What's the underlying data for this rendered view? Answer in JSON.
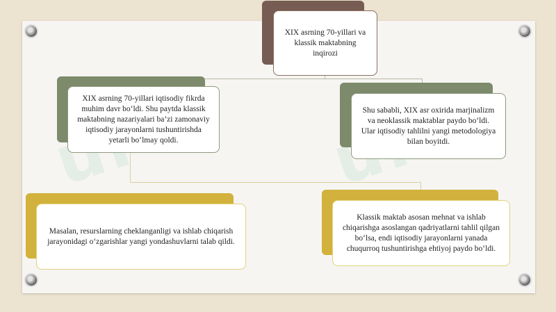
{
  "watermark": {
    "left": "ur",
    "right": "ur"
  },
  "nodes": {
    "top": "XIX asrning 70-yillari va klassik maktabning inqirozi",
    "mid_left": "XIX asrning 70-yillari iqtisodiy fikrda muhim davr bo‘ldi. Shu paytda klassik maktabning nazariyalari ba’zi zamonaviy iqtisodiy jarayonlarni tushuntirishda yetarli bo‘lmay qoldi.",
    "mid_right": "Shu sababli, XIX asr oxirida marjinalizm va neoklassik maktablar paydo bo‘ldi. Ular iqtisodiy tahlilni yangi metodologiya bilan boyitdi.",
    "bottom_left": "Masalan, resurslarning cheklanganligi va ishlab chiqarish jarayonidagi o‘zgarishlar yangi yondashuvlarni talab qildi.",
    "bottom_right": "Klassik maktab asosan mehnat va ishlab chiqarishga asoslangan qadriyatlarni tahlil qilgan bo‘lsa, endi iqtisodiy jarayonlarni yanada chuqurroq tushuntirishga ehtiyoj paydo bo‘ldi."
  },
  "colors": {
    "top_tab": "#765c52",
    "mid_tab": "#7d8a6b",
    "bottom_tab": "#d2b23c",
    "top_border": "#8a6e62",
    "mid_border": "#8e9a7c",
    "bottom_border": "#e3d27a"
  }
}
